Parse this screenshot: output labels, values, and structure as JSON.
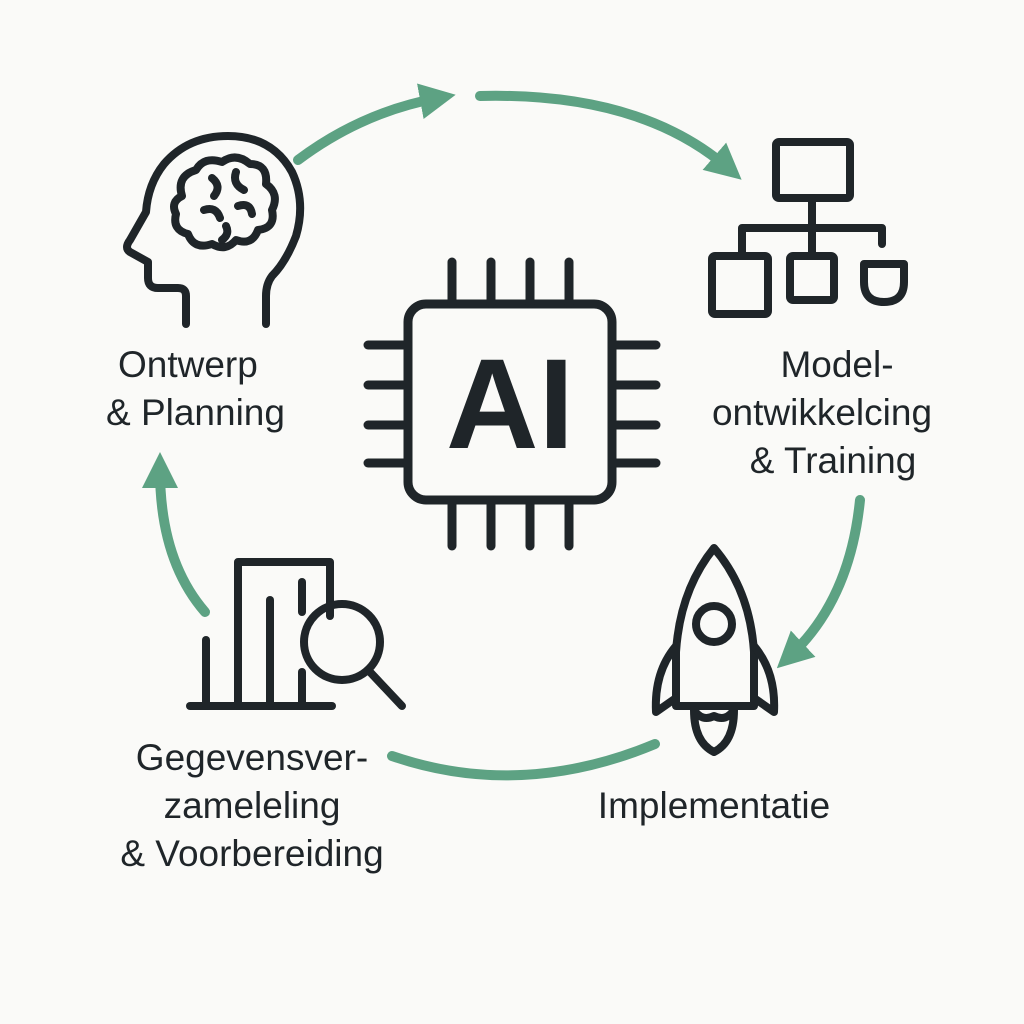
{
  "colors": {
    "background": "#fafaf8",
    "ink": "#1f2529",
    "accent": "#5da283"
  },
  "center": {
    "icon": "cpu-chip-icon",
    "text": "AI"
  },
  "stages": [
    {
      "id": "design",
      "icon": "brain-head-icon",
      "lines": [
        "Ontwerp",
        "& Planning"
      ]
    },
    {
      "id": "model",
      "icon": "hierarchy-diagram-icon",
      "lines": [
        "Model-",
        "ontwikkelcing",
        "& Training"
      ]
    },
    {
      "id": "deploy",
      "icon": "rocket-icon",
      "lines": [
        "Implementatie"
      ]
    },
    {
      "id": "data",
      "icon": "data-search-chart-icon",
      "lines": [
        "Gegevensver-",
        "zameleling",
        "& Voorbereiding"
      ]
    }
  ]
}
